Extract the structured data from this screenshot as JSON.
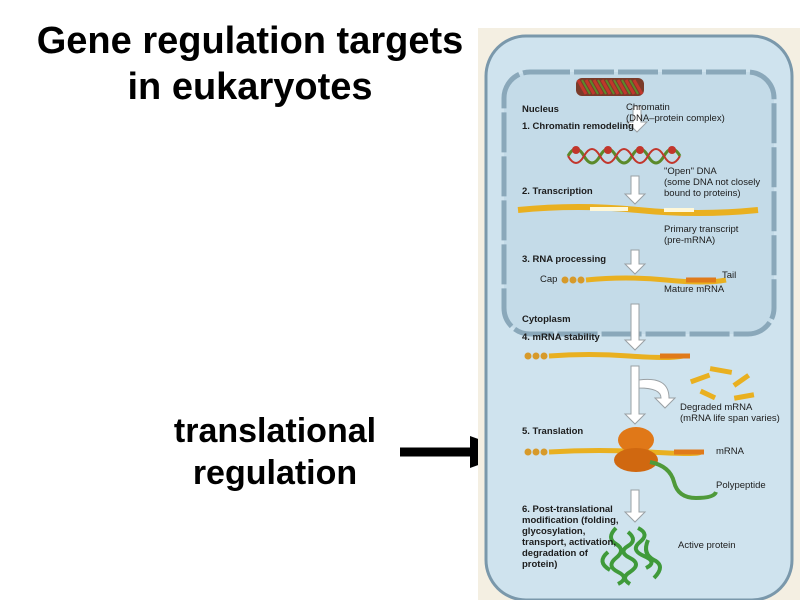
{
  "title": "Gene regulation targets\nin eukaryotes",
  "callout": "translational\nregulation",
  "colors": {
    "cell_fill": "#cfe3ee",
    "cell_border": "#7a98ab",
    "mrna": "#e9b020",
    "cap": "#d79a2a",
    "tail": "#e07a1a",
    "ribosome": "#e07818",
    "polypeptide": "#4f9a3a",
    "protein": "#3f9a3a",
    "dna_red": "#c2362c",
    "dna_green": "#5b8a2a"
  },
  "figure": {
    "nucleus_label": "Nucleus",
    "chromatin_label": "Chromatin\n(DNA–protein complex)",
    "step1": "1. Chromatin remodeling",
    "open_dna_label": "\"Open\" DNA\n(some DNA not closely\nbound to proteins)",
    "step2": "2. Transcription",
    "primary_label": "Primary transcript\n(pre-mRNA)",
    "step3": "3. RNA processing",
    "cap_label": "Cap",
    "tail_label": "Tail",
    "mature_label": "Mature mRNA",
    "cytoplasm_label": "Cytoplasm",
    "step4": "4. mRNA stability",
    "degraded_label": "Degraded mRNA\n(mRNA life span varies)",
    "step5": "5. Translation",
    "mrna_label": "mRNA",
    "polypeptide_label": "Polypeptide",
    "step6": "6. Post-translational\nmodification (folding,\nglycosylation,\ntransport, activation,\ndegradation of\nprotein)",
    "active_label": "Active protein"
  }
}
